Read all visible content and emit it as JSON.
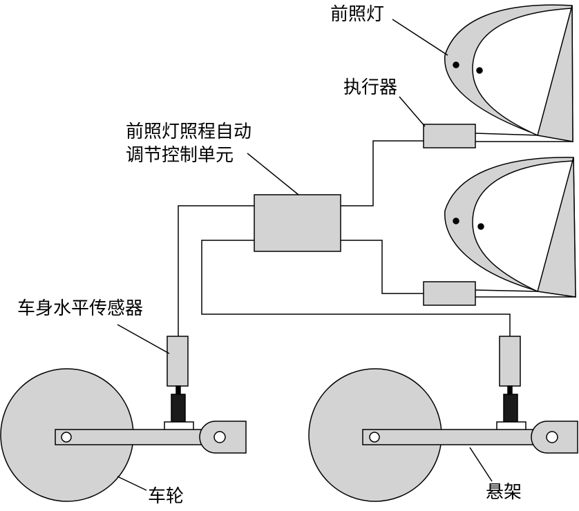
{
  "labels": {
    "headlight": "前照灯",
    "actuator": "执行器",
    "control_unit_line1": "前照灯照程自动",
    "control_unit_line2": "调节控制单元",
    "body_level_sensor": "车身水平传感器",
    "wheel": "车轮",
    "suspension": "悬架"
  },
  "colors": {
    "fill": "#d3d3d3",
    "stroke": "#000000",
    "background": "#ffffff"
  }
}
